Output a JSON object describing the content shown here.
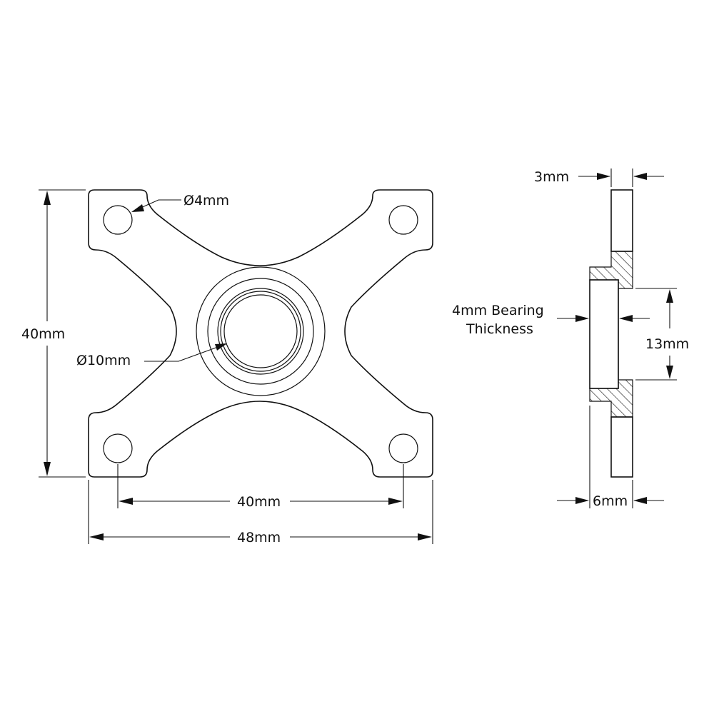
{
  "drawing": {
    "front_view": {
      "hole_diameter_label": "Ø4mm",
      "bore_diameter_label": "Ø10mm",
      "height_label": "40mm",
      "hole_spacing_label": "40mm",
      "overall_width_label": "48mm"
    },
    "side_view": {
      "plate_thickness_label": "3mm",
      "bearing_thickness_label_line1": "4mm Bearing",
      "bearing_thickness_label_line2": "Thickness",
      "bearing_od_label": "13mm",
      "overall_thickness_label": "6mm"
    }
  }
}
